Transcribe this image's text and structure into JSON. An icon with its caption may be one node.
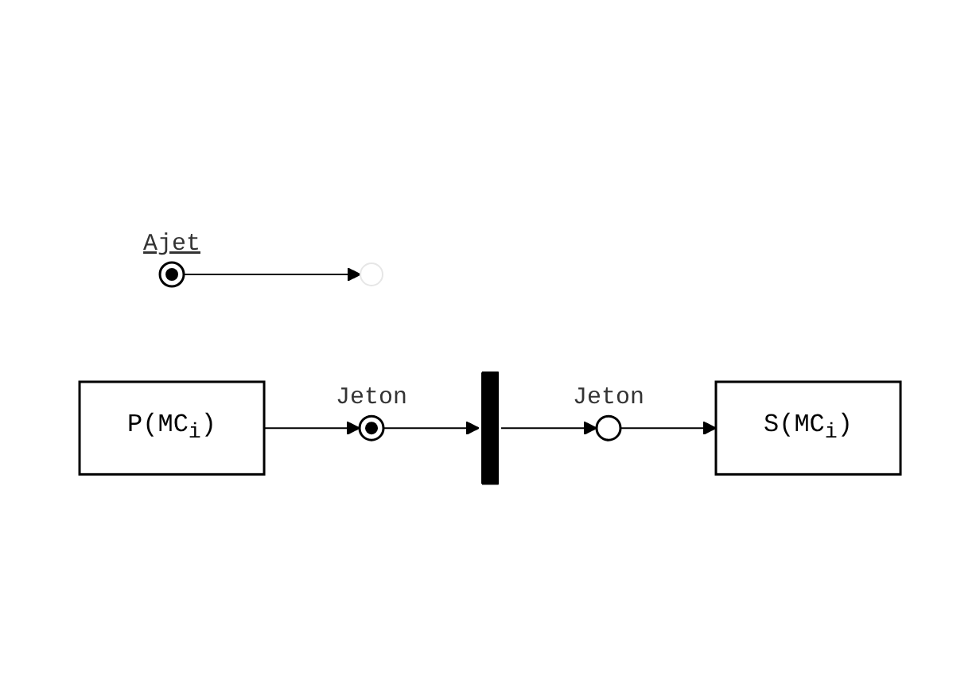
{
  "diagram": {
    "nodes": [
      {
        "text": [],
        "shape": "circle",
        "beside": [
          "Ajet"
        ]
      },
      {
        "text": [],
        "shape": "circle"
      },
      {
        "text": [],
        "shape": "circle",
        "beside": [
          "Jeton"
        ]
      },
      {
        "text": [
          "P(MC$_{i}$)"
        ]
      },
      {
        "text": [],
        "shape": "bar"
      },
      {
        "text": [],
        "shape": "circle",
        "beside": [
          "Jeton"
        ]
      },
      {
        "text": [
          "S(MC$_{i}$)"
        ]
      }
    ],
    "edges": [
      {
        "from": 0,
        "to": 1,
        "arrow": "to"
      },
      {
        "from": 3,
        "to": 2,
        "arrow": "to"
      },
      {
        "from": 2,
        "to": 4,
        "arrow": "to"
      },
      {
        "from": 4,
        "to": 5,
        "arrow": "to"
      },
      {
        "from": 5,
        "to": 6,
        "arrow": "to"
      }
    ]
  }
}
